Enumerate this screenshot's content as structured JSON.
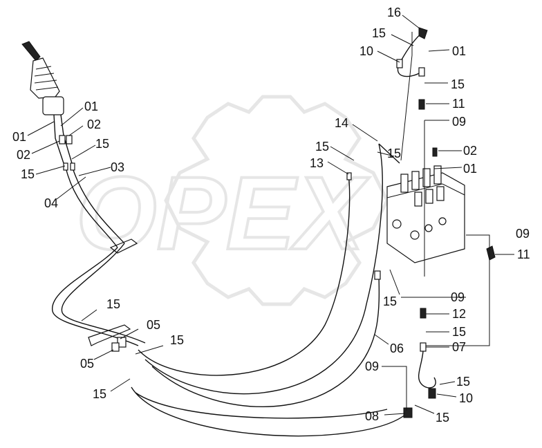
{
  "watermark": {
    "text": "OPEX"
  },
  "callouts": [
    {
      "id": "c1",
      "text": "16"
    },
    {
      "id": "c2",
      "text": "15"
    },
    {
      "id": "c3",
      "text": "10"
    },
    {
      "id": "c4",
      "text": "01"
    },
    {
      "id": "c5",
      "text": "15"
    },
    {
      "id": "c6",
      "text": "11"
    },
    {
      "id": "c7",
      "text": "09"
    },
    {
      "id": "c8",
      "text": "14"
    },
    {
      "id": "c9",
      "text": "15"
    },
    {
      "id": "c10",
      "text": "15"
    },
    {
      "id": "c11",
      "text": "02"
    },
    {
      "id": "c12",
      "text": "13"
    },
    {
      "id": "c13",
      "text": "01"
    },
    {
      "id": "c14",
      "text": "01"
    },
    {
      "id": "c15",
      "text": "02"
    },
    {
      "id": "c16",
      "text": "01"
    },
    {
      "id": "c17",
      "text": "02"
    },
    {
      "id": "c18",
      "text": "15"
    },
    {
      "id": "c19",
      "text": "15"
    },
    {
      "id": "c20",
      "text": "03"
    },
    {
      "id": "c21",
      "text": "04"
    },
    {
      "id": "c22",
      "text": "09"
    },
    {
      "id": "c23",
      "text": "11"
    },
    {
      "id": "c24",
      "text": "15"
    },
    {
      "id": "c25",
      "text": "09"
    },
    {
      "id": "c26",
      "text": "12"
    },
    {
      "id": "c27",
      "text": "15"
    },
    {
      "id": "c28",
      "text": "15"
    },
    {
      "id": "c29",
      "text": "05"
    },
    {
      "id": "c30",
      "text": "15"
    },
    {
      "id": "c31",
      "text": "06"
    },
    {
      "id": "c32",
      "text": "07"
    },
    {
      "id": "c33",
      "text": "05"
    },
    {
      "id": "c34",
      "text": "09"
    },
    {
      "id": "c35",
      "text": "15"
    },
    {
      "id": "c36",
      "text": "15"
    },
    {
      "id": "c37",
      "text": "10"
    },
    {
      "id": "c38",
      "text": "08"
    },
    {
      "id": "c39",
      "text": "15"
    }
  ]
}
